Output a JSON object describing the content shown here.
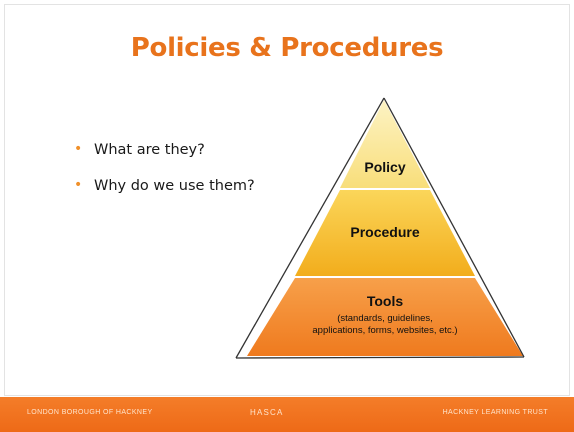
{
  "slide": {
    "title": "Policies & Procedures",
    "bullets": [
      "What are they?",
      "Why do we use them?"
    ],
    "bullet_color": "#f0902a",
    "title_color": "#e8731c"
  },
  "pyramid": {
    "levels": [
      {
        "label": "Policy",
        "sublabel": ""
      },
      {
        "label": "Procedure",
        "sublabel": ""
      },
      {
        "label": "Tools",
        "sublabel_lines": [
          "(standards, guidelines,",
          "applications, forms, websites, etc.)"
        ]
      }
    ],
    "colors": {
      "top": "#fbe99a",
      "middle": "#f7c236",
      "bottom": "#f38a2b"
    }
  },
  "footer": {
    "left": "LONDON BOROUGH OF HACKNEY",
    "middle": "HASCA",
    "right": "HACKNEY LEARNING TRUST",
    "color": "#f27320"
  }
}
